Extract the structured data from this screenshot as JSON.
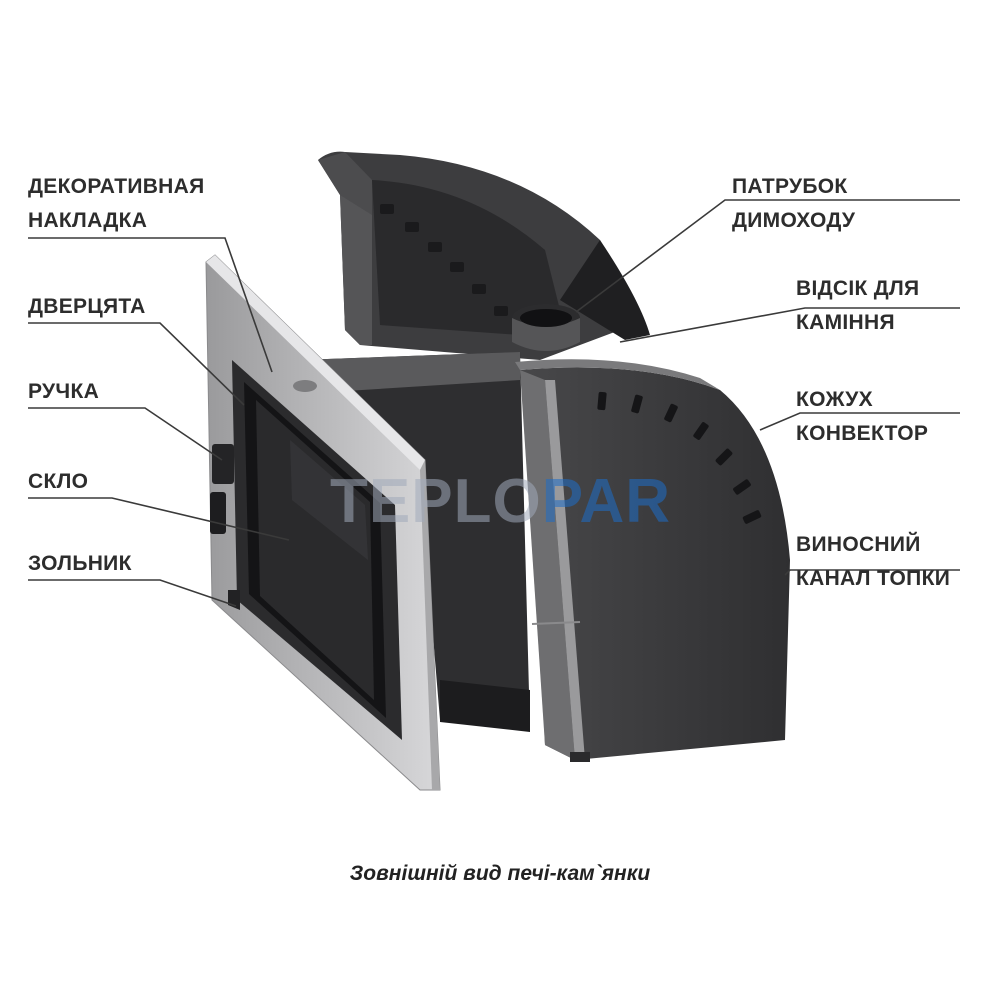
{
  "labels_left": {
    "decorative": [
      "ДЕКОРАТИВНАЯ",
      "НАКЛАДКА"
    ],
    "door": "ДВЕРЦЯТА",
    "handle": "РУЧКА",
    "glass": "СКЛО",
    "ashpan": "ЗОЛЬНИК"
  },
  "labels_right": {
    "chimney": [
      "ПАТРУБОК",
      "ДИМОХОДУ"
    ],
    "stones": [
      "ВІДСІК ДЛЯ",
      "КАМІННЯ"
    ],
    "casing": [
      "КОЖУХ",
      "КОНВЕКТОР"
    ],
    "channel": [
      "ВИНОСНИЙ",
      "КАНАЛ ТОПКИ"
    ]
  },
  "watermark": {
    "part1": "TEPLO",
    "part2": "PAR"
  },
  "caption": "Зовнішній вид печі-кам`янки",
  "colors": {
    "body_dark": "#3a3a3c",
    "frame_light": "#c9c9cb",
    "accent": "#1e6ec8"
  }
}
